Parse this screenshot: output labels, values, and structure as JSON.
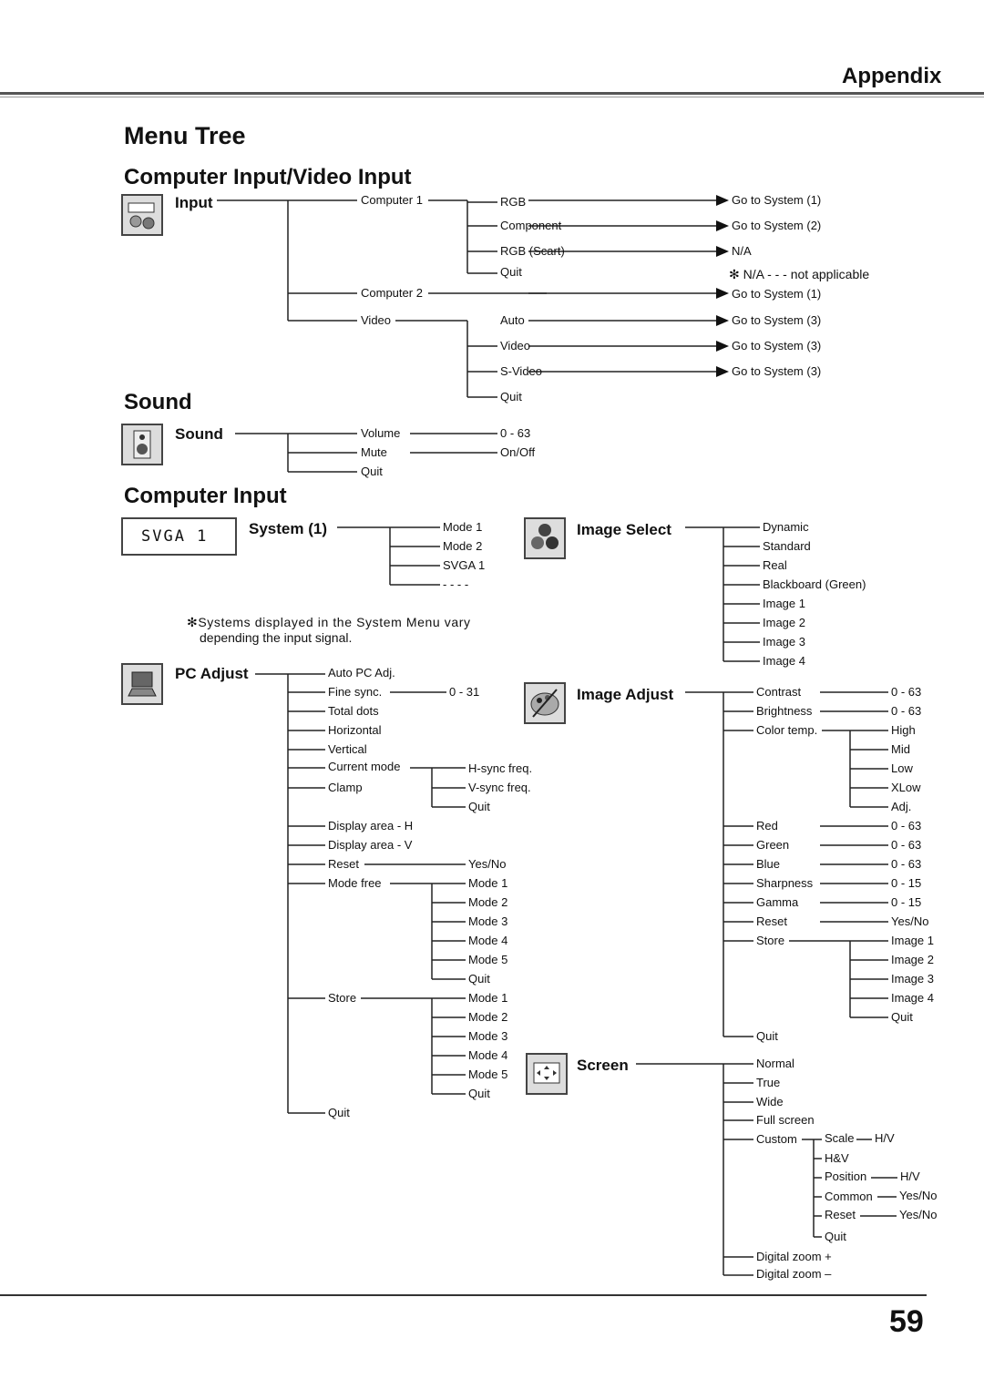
{
  "header": {
    "appendix": "Appendix",
    "page_number": "59"
  },
  "titles": {
    "menu_tree": "Menu Tree",
    "cv_input": "Computer Input/Video Input",
    "sound": "Sound",
    "computer_input": "Computer Input"
  },
  "notes": {
    "na_note": "✻ N/A - - - not applicable",
    "systems_note_1": "✻Systems displayed in the System Menu vary",
    "systems_note_2": "depending the input signal."
  },
  "icons": {
    "svga_display": "SVGA 1",
    "input_icon": "input-connector-icon",
    "sound_icon": "speaker-icon",
    "pc_adjust_icon": "laptop-icon",
    "image_select_icon": "color-balls-icon",
    "image_adjust_icon": "palette-icon",
    "screen_icon": "screen-arrows-icon"
  },
  "tree_input": {
    "root": "Input",
    "l1": [
      "Computer 1",
      "Computer 2",
      "Video"
    ],
    "computer1": [
      "RGB",
      "Component",
      "RGB (Scart)",
      "Quit"
    ],
    "computer1_results": [
      "Go to System (1)",
      "Go to System (2)",
      "N/A"
    ],
    "computer2_result": "Go to System (1)",
    "video": [
      "Auto",
      "Video",
      "S-Video",
      "Quit"
    ],
    "video_results": [
      "Go to System (3)",
      "Go to System (3)",
      "Go to System (3)"
    ]
  },
  "tree_sound": {
    "root": "Sound",
    "items": [
      "Volume",
      "Mute",
      "Quit"
    ],
    "values": [
      "0 - 63",
      "On/Off"
    ]
  },
  "tree_system": {
    "root": "System (1)",
    "items": [
      "Mode 1",
      "Mode 2",
      "SVGA 1",
      "- - - -"
    ]
  },
  "tree_pc_adjust": {
    "root": "PC Adjust",
    "items": [
      "Auto PC Adj.",
      "Fine sync.",
      "Total dots",
      "Horizontal",
      "Vertical",
      "Current mode",
      "Clamp",
      "Display area - H",
      "Display area - V",
      "Reset",
      "Mode free",
      "Store",
      "Quit"
    ],
    "fine_sync_value": "0 - 31",
    "current_mode": [
      "H-sync freq.",
      "V-sync freq.",
      "Quit"
    ],
    "reset_value": "Yes/No",
    "mode_free": [
      "Mode 1",
      "Mode 2",
      "Mode 3",
      "Mode 4",
      "Mode 5",
      "Quit"
    ],
    "store": [
      "Mode 1",
      "Mode 2",
      "Mode 3",
      "Mode 4",
      "Mode 5",
      "Quit"
    ]
  },
  "tree_image_select": {
    "root": "Image Select",
    "items": [
      "Dynamic",
      "Standard",
      "Real",
      "Blackboard (Green)",
      "Image 1",
      "Image 2",
      "Image 3",
      "Image 4"
    ]
  },
  "tree_image_adjust": {
    "root": "Image Adjust",
    "items": [
      "Contrast",
      "Brightness",
      "Color temp.",
      "Red",
      "Green",
      "Blue",
      "Sharpness",
      "Gamma",
      "Reset",
      "Store",
      "Quit"
    ],
    "values": [
      "0 - 63",
      "0 - 63",
      "0 - 63",
      "0 - 63",
      "0 - 63",
      "0 - 15",
      "0 - 15",
      "Yes/No"
    ],
    "color_temp": [
      "High",
      "Mid",
      "Low",
      "XLow",
      "Adj."
    ],
    "store": [
      "Image 1",
      "Image 2",
      "Image 3",
      "Image 4",
      "Quit"
    ]
  },
  "tree_screen": {
    "root": "Screen",
    "items": [
      "Normal",
      "True",
      "Wide",
      "Full screen",
      "Custom",
      "Digital zoom +",
      "Digital zoom –"
    ],
    "custom": [
      "Scale",
      "H&V",
      "Position",
      "Common",
      "Reset",
      "Quit"
    ],
    "custom_values": [
      "H/V",
      "H/V",
      "Yes/No",
      "Yes/No"
    ]
  }
}
